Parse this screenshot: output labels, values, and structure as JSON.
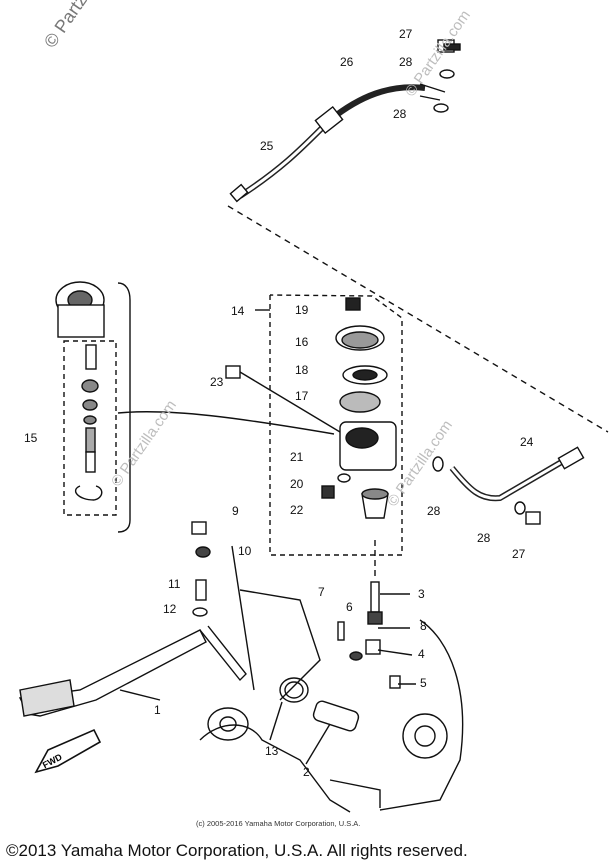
{
  "watermarks": [
    "© Partzilla.com",
    "© Partzilla.com",
    "© Partzilla.com",
    "© Partzilla.com"
  ],
  "fwd_label": "FWD",
  "copyright_small": "(c) 2005-2016 Yamaha Motor Corporation, U.S.A.",
  "copyright_main": "©2013 Yamaha Motor Corporation, U.S.A. All rights reserved.",
  "callouts": [
    "27",
    "28",
    "26",
    "28",
    "25",
    "14",
    "19",
    "16",
    "18",
    "23",
    "17",
    "15",
    "21",
    "20",
    "22",
    "24",
    "28",
    "28",
    "27",
    "9",
    "10",
    "11",
    "12",
    "3",
    "7",
    "6",
    "8",
    "4",
    "5",
    "1",
    "13",
    "2"
  ]
}
